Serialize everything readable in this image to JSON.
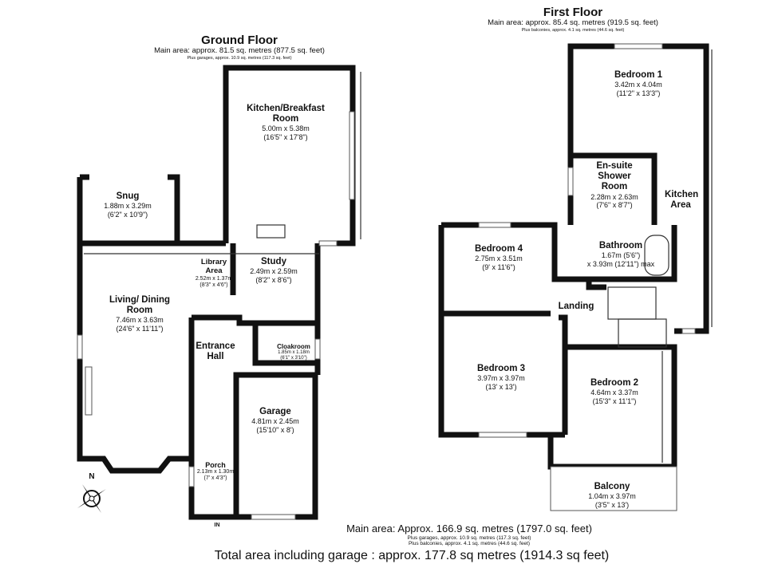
{
  "ground_floor": {
    "title": "Ground Floor",
    "main_area": "Main area: approx. 81.5 sq. metres (877.5 sq. feet)",
    "extra": "Plus garages, approx. 10.9 sq. metres (117.3 sq. feet)",
    "rooms": [
      {
        "name": "Kitchen/Breakfast Room",
        "dims": "5.00m x 5.38m",
        "imperial": "(16'5\" x 17'8\")"
      },
      {
        "name": "Snug",
        "dims": "1.88m x 3.29m",
        "imperial": "(6'2\" x 10'9\")"
      },
      {
        "name": "Library Area",
        "dims": "2.52m x 1.37m",
        "imperial": "(8'3\" x 4'6\")"
      },
      {
        "name": "Study",
        "dims": "2.49m x 2.59m",
        "imperial": "(8'2\" x 8'6\")"
      },
      {
        "name": "Living/ Dining Room",
        "dims": "7.46m x 3.63m",
        "imperial": "(24'6\" x 11'11\")"
      },
      {
        "name": "Entrance Hall",
        "dims": "",
        "imperial": ""
      },
      {
        "name": "Cloakroom",
        "dims": "1.85m x 1.18m",
        "imperial": "(6'1\" x 3'10\")"
      },
      {
        "name": "Garage",
        "dims": "4.81m x 2.45m",
        "imperial": "(15'10\" x 8')"
      },
      {
        "name": "Porch",
        "dims": "2.13m x 1.30m",
        "imperial": "(7' x 4'3\")"
      }
    ],
    "entrance_label": "IN"
  },
  "first_floor": {
    "title": "First Floor",
    "main_area": "Main area: approx. 85.4 sq. metres (919.5 sq. feet)",
    "extra": "Plus balconies, approx. 4.1 sq. metres (44.6 sq. feet)",
    "rooms": [
      {
        "name": "Bedroom 1",
        "dims": "3.42m x 4.04m",
        "imperial": "(11'2\" x 13'3\")"
      },
      {
        "name": "En-suite Shower Room",
        "dims": "2.28m x 2.63m",
        "imperial": "(7'6\" x 8'7\")"
      },
      {
        "name": "Kitchen Area",
        "dims": "",
        "imperial": ""
      },
      {
        "name": "Bedroom 4",
        "dims": "2.75m x 3.51m",
        "imperial": "(9' x 11'6\")"
      },
      {
        "name": "Bathroom",
        "dims": "1.67m (5'6\")",
        "imperial": "x 3.93m (12'11\") max"
      },
      {
        "name": "Landing",
        "dims": "",
        "imperial": ""
      },
      {
        "name": "Bedroom 3",
        "dims": "3.97m x 3.97m",
        "imperial": "(13' x 13')"
      },
      {
        "name": "Bedroom 2",
        "dims": "4.64m x 3.37m",
        "imperial": "(15'3\" x 11'1\")"
      },
      {
        "name": "Balcony",
        "dims": "1.04m x 3.97m",
        "imperial": "(3'5\" x 13')"
      }
    ]
  },
  "summary": {
    "main_area": "Main area: Approx. 166.9 sq. metres (1797.0 sq. feet)",
    "garages": "Plus garages, approx. 10.9 sq. metres (117.3 sq. feet)",
    "balconies": "Plus balconies, approx. 4.1 sq. metres (44.6 sq. feet)",
    "total": "Total area including garage : approx. 177.8 sq metres (1914.3 sq feet)"
  },
  "compass": {
    "label": "N",
    "icon": "compass-icon"
  }
}
